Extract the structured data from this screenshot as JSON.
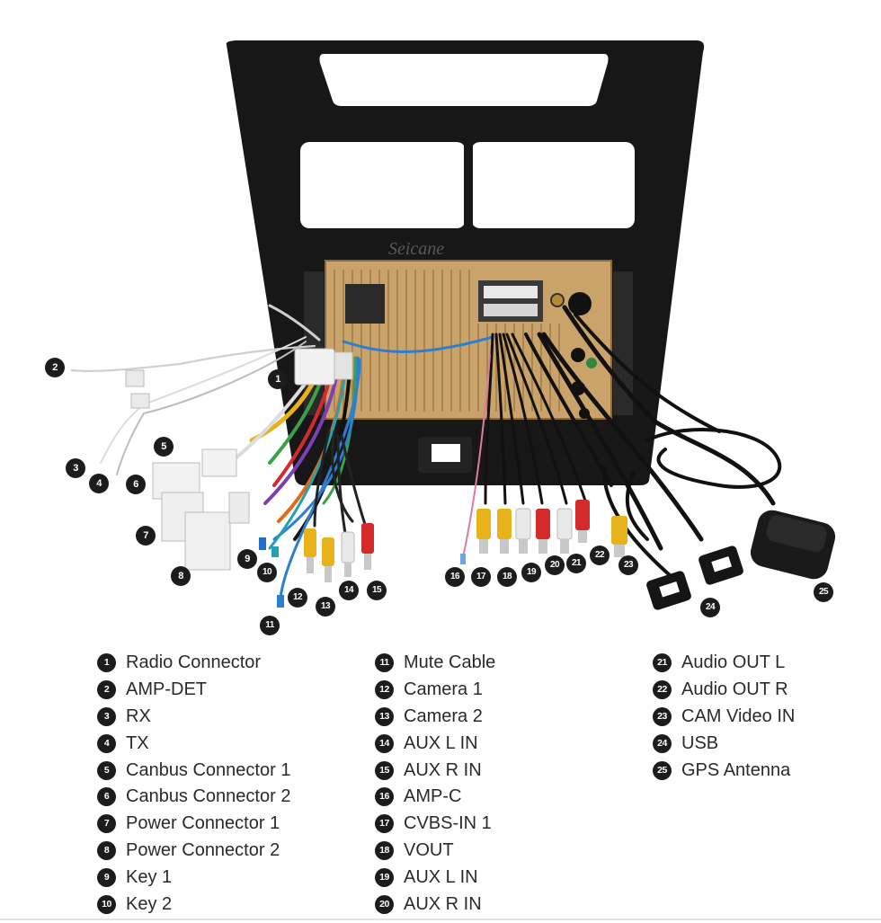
{
  "brand_watermark": "Seicane",
  "callouts": [
    "1",
    "2",
    "3",
    "4",
    "5",
    "6",
    "7",
    "8",
    "9",
    "10",
    "11",
    "12",
    "13",
    "14",
    "15",
    "16",
    "17",
    "18",
    "19",
    "20",
    "21",
    "22",
    "23",
    "24",
    "25"
  ],
  "legend": [
    [
      {
        "n": "1",
        "label": "Radio Connector"
      },
      {
        "n": "2",
        "label": "AMP-DET"
      },
      {
        "n": "3",
        "label": "RX"
      },
      {
        "n": "4",
        "label": "TX"
      },
      {
        "n": "5",
        "label": "Canbus Connector 1"
      },
      {
        "n": "6",
        "label": "Canbus Connector 2"
      },
      {
        "n": "7",
        "label": "Power Connector 1"
      },
      {
        "n": "8",
        "label": "Power Connector 2"
      },
      {
        "n": "9",
        "label": "Key 1"
      },
      {
        "n": "10",
        "label": "Key 2"
      }
    ],
    [
      {
        "n": "11",
        "label": "Mute Cable"
      },
      {
        "n": "12",
        "label": "Camera 1"
      },
      {
        "n": "13",
        "label": "Camera 2"
      },
      {
        "n": "14",
        "label": "AUX L IN"
      },
      {
        "n": "15",
        "label": "AUX R IN"
      },
      {
        "n": "16",
        "label": "AMP-C"
      },
      {
        "n": "17",
        "label": "CVBS-IN 1"
      },
      {
        "n": "18",
        "label": "VOUT"
      },
      {
        "n": "19",
        "label": "AUX L IN"
      },
      {
        "n": "20",
        "label": "AUX R IN"
      }
    ],
    [
      {
        "n": "21",
        "label": "Audio OUT L"
      },
      {
        "n": "22",
        "label": "Audio OUT R"
      },
      {
        "n": "23",
        "label": "CAM Video IN"
      },
      {
        "n": "24",
        "label": "USB"
      },
      {
        "n": "25",
        "label": "GPS Antenna"
      }
    ]
  ],
  "colors": {
    "panel": "#151515",
    "chassis": "#c9a36a",
    "wire_red": "#d42a2a",
    "wire_yellow": "#e8b21a",
    "wire_white": "#e9e9e9",
    "wire_blue": "#2a7fd0",
    "wire_green": "#3aa04a"
  }
}
